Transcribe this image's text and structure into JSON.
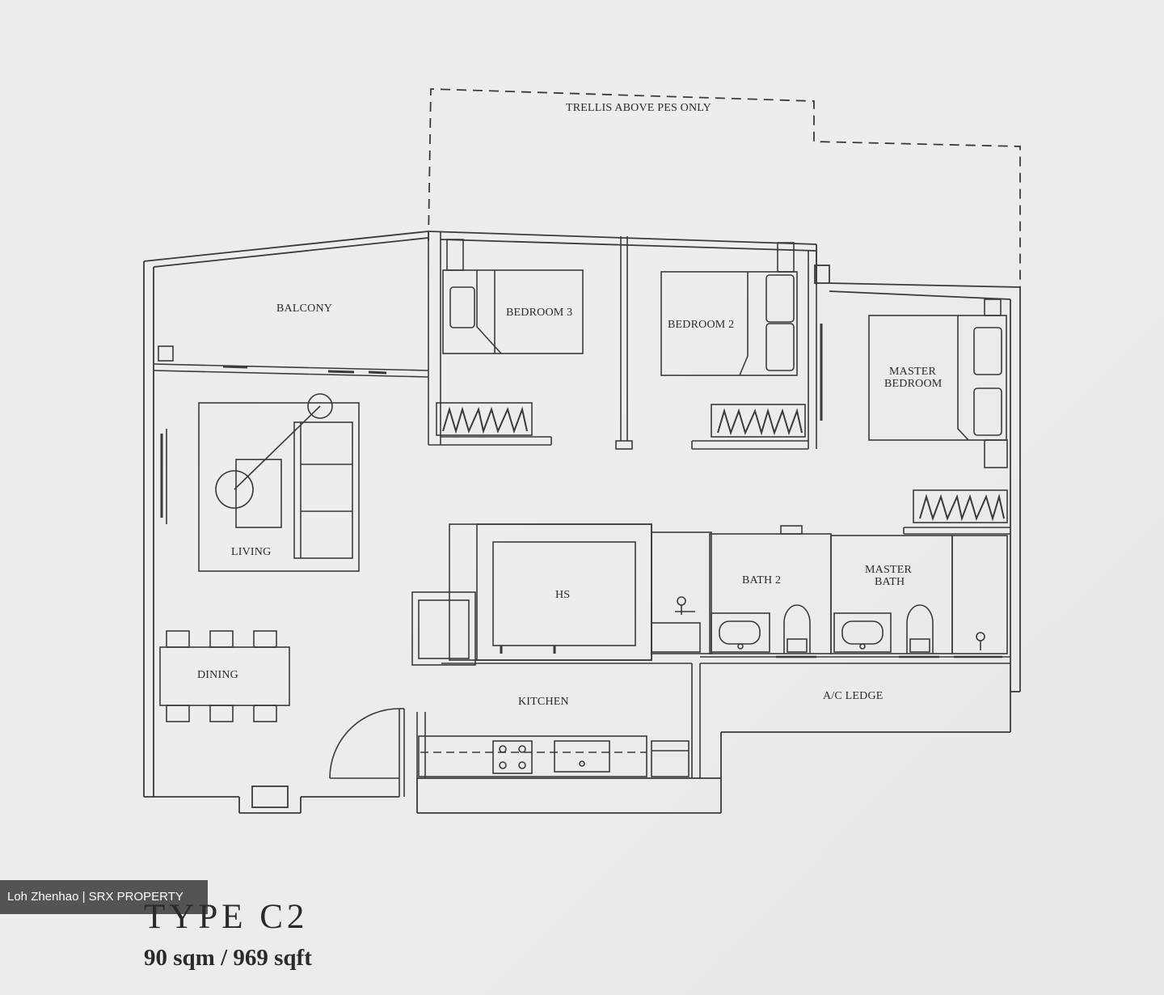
{
  "plan": {
    "trellis_label": "TRELLIS ABOVE PES ONLY",
    "rooms": {
      "balcony": "BALCONY",
      "bedroom3": "BEDROOM 3",
      "bedroom2": "BEDROOM 2",
      "master_line1": "MASTER",
      "master_line2": "BEDROOM",
      "living": "LIVING",
      "hs": "HS",
      "bath2": "BATH 2",
      "master_bath_line1": "MASTER",
      "master_bath_line2": "BATH",
      "dining": "DINING",
      "kitchen": "KITCHEN",
      "ac_ledge": "A/C LEDGE"
    }
  },
  "watermark": "Loh Zhenhao | SRX PROPERTY",
  "unit": {
    "type": "TYPE C2",
    "area": "90 sqm / 969 sqft"
  }
}
